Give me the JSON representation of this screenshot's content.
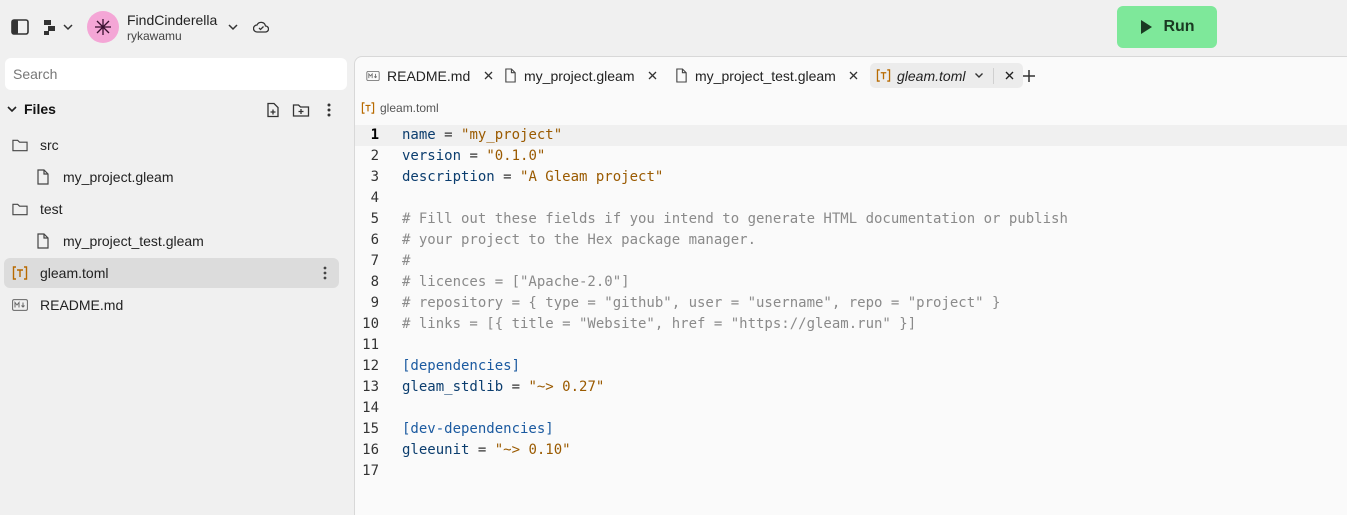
{
  "project": {
    "name": "FindCinderella",
    "user": "rykawamu"
  },
  "run_label": "Run",
  "search": {
    "placeholder": "Search"
  },
  "files": {
    "header": "Files",
    "items": [
      {
        "label": "src",
        "type": "folder",
        "indent": 0
      },
      {
        "label": "my_project.gleam",
        "type": "file",
        "indent": 1
      },
      {
        "label": "test",
        "type": "folder",
        "indent": 0
      },
      {
        "label": "my_project_test.gleam",
        "type": "file",
        "indent": 1
      },
      {
        "label": "gleam.toml",
        "type": "toml",
        "indent": 0,
        "selected": true
      },
      {
        "label": "README.md",
        "type": "markdown",
        "indent": 0
      }
    ]
  },
  "tabs": [
    {
      "label": "README.md",
      "icon": "markdown-icon"
    },
    {
      "label": "my_project.gleam",
      "icon": "file-icon"
    },
    {
      "label": "my_project_test.gleam",
      "icon": "file-icon"
    },
    {
      "label": "gleam.toml",
      "icon": "toml-icon",
      "active": true
    }
  ],
  "breadcrumb": "gleam.toml",
  "colors": {
    "run": "#7ee89a",
    "key": "#0b3d6e",
    "string": "#9a5a00",
    "comment": "#8a8a8a",
    "header": "#1b5aa0"
  },
  "code": [
    [
      [
        "k",
        "name"
      ],
      [
        "p",
        " = "
      ],
      [
        "s",
        "\"my_project\""
      ]
    ],
    [
      [
        "k",
        "version"
      ],
      [
        "p",
        " = "
      ],
      [
        "s",
        "\"0.1.0\""
      ]
    ],
    [
      [
        "k",
        "description"
      ],
      [
        "p",
        " = "
      ],
      [
        "s",
        "\"A Gleam project\""
      ]
    ],
    [],
    [
      [
        "c",
        "# Fill out these fields if you intend to generate HTML documentation or publish"
      ]
    ],
    [
      [
        "c",
        "# your project to the Hex package manager."
      ]
    ],
    [
      [
        "c",
        "#"
      ]
    ],
    [
      [
        "c",
        "# licences = [\"Apache-2.0\"]"
      ]
    ],
    [
      [
        "c",
        "# repository = { type = \"github\", user = \"username\", repo = \"project\" }"
      ]
    ],
    [
      [
        "c",
        "# links = [{ title = \"Website\", href = \"https://gleam.run\" }]"
      ]
    ],
    [],
    [
      [
        "h",
        "[dependencies]"
      ]
    ],
    [
      [
        "k",
        "gleam_stdlib"
      ],
      [
        "p",
        " = "
      ],
      [
        "s",
        "\"~> 0.27\""
      ]
    ],
    [],
    [
      [
        "h",
        "[dev-dependencies]"
      ]
    ],
    [
      [
        "k",
        "gleeunit"
      ],
      [
        "p",
        " = "
      ],
      [
        "s",
        "\"~> 0.10\""
      ]
    ],
    []
  ],
  "line_numbers": [
    "1",
    "2",
    "3",
    "4",
    "5",
    "6",
    "7",
    "8",
    "9",
    "10",
    "11",
    "12",
    "13",
    "14",
    "15",
    "16",
    "17"
  ]
}
